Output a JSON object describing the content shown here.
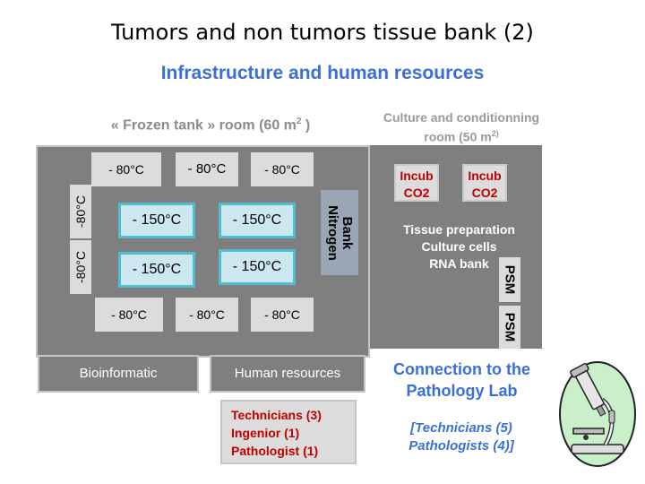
{
  "title": "Tumors and non tumors tissue bank (2)",
  "subtitle": "Infrastructure and human resources",
  "frozen_room": {
    "title_main": "« Frozen tank » room (60 m",
    "title_sup": "2",
    "title_end": " )",
    "top_row": [
      "- 80°C",
      "- 80°C",
      "- 80°C"
    ],
    "left_column": [
      "-80°C",
      "-80°C"
    ],
    "tanks": [
      "- 150°C",
      "- 150°C",
      "- 150°C",
      "- 150°C"
    ],
    "nitrogen_bank": [
      "Bank",
      "Nitrogen"
    ],
    "bottom_row": [
      "- 80°C",
      "- 80°C",
      "- 80°C"
    ]
  },
  "culture_room": {
    "title_line1": "Culture and conditionning",
    "title_line2_main": "room (50 m",
    "title_line2_sup": "2)",
    "incubators": [
      "Incub CO2",
      "Incub CO2"
    ],
    "tissue_lines": [
      "Tissue preparation",
      "Culture cells",
      "RNA bank"
    ],
    "psm": [
      "PSM",
      "PSM"
    ]
  },
  "bioinformatic_label": "Bioinformatic",
  "human_resources_label": "Human resources",
  "staff": [
    "Technicians (3)",
    "Ingenior (1)",
    "Pathologist (1)"
  ],
  "connection": [
    "Connection to the",
    "Pathology Lab"
  ],
  "pathology_staff": [
    "[Technicians (5)",
    "Pathologists (4)]"
  ],
  "icons": {
    "lab": "microscope-icon"
  },
  "colors": {
    "room": "#7f7f7f",
    "cell": "#dcdcdc",
    "tank_border": "#4fbfd0",
    "accent_blue": "#3b6fd8",
    "accent_red": "#c00000"
  }
}
